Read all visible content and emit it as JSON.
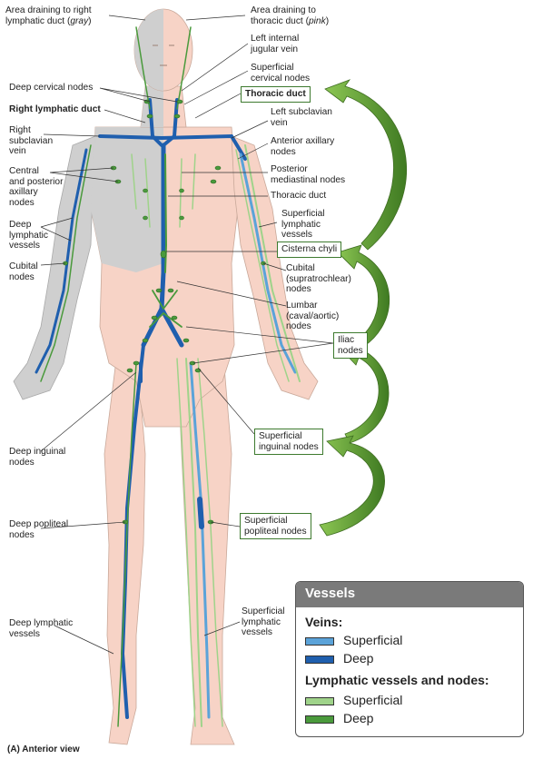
{
  "labels": {
    "area_gray_1": "Area draining to right",
    "area_gray_2": "lymphatic duct (",
    "area_gray_3": "gray",
    "area_gray_4": ")",
    "area_pink_1": "Area draining to",
    "area_pink_2": "thoracic duct (",
    "area_pink_3": "pink",
    "area_pink_4": ")",
    "left_internal_jugular": "Left internal\njugular vein",
    "superficial_cervical": "Superficial\ncervical nodes",
    "deep_cervical": "Deep cervical nodes",
    "thoracic_duct_boxed": "Thoracic duct",
    "right_lymphatic_duct": "Right lymphatic duct",
    "left_subclavian": "Left subclavian\nvein",
    "right_subclavian": "Right\nsubclavian\nvein",
    "anterior_axillary": "Anterior axillary\nnodes",
    "central_posterior_axillary": "Central\nand posterior\naxillary\nnodes",
    "posterior_mediastinal": "Posterior\nmediastinal nodes",
    "thoracic_duct": "Thoracic duct",
    "deep_lymphatic_vessels_arm": "Deep\nlymphatic\nvessels",
    "superficial_lymphatic_arm": "Superficial\nlymphatic\nvessels",
    "cisterna_chyli": "Cisterna chyli",
    "cubital_nodes": "Cubital\nnodes",
    "cubital_supratrochlear": "Cubital\n(supratrochlear)\nnodes",
    "lumbar": "Lumbar\n(caval/aortic)\nnodes",
    "iliac": "Iliac\nnodes",
    "superficial_inguinal": "Superficial\ninguinal nodes",
    "deep_inguinal": "Deep inguinal\nnodes",
    "deep_popliteal": "Deep popliteal\nnodes",
    "superficial_popliteal": "Superficial\npopliteal nodes",
    "deep_lymphatic_leg": "Deep lymphatic\nvessels",
    "superficial_lymphatic_leg": "Superficial\nlymphatic\nvessels"
  },
  "legend": {
    "title": "Vessels",
    "veins_heading": "Veins:",
    "veins_superficial": "Superficial",
    "veins_deep": "Deep",
    "lymph_heading": "Lymphatic vessels and nodes:",
    "lymph_superficial": "Superficial",
    "lymph_deep": "Deep"
  },
  "caption": "(A)  Anterior view",
  "colors": {
    "skin_pink": "#f7d3c6",
    "skin_gray": "#cfcfcf",
    "vein_superficial": "#5ba3d9",
    "vein_deep": "#1f5fae",
    "lymph_superficial": "#9fd38a",
    "lymph_deep": "#4a9a3c",
    "arrow_green": "#5e9b34"
  }
}
